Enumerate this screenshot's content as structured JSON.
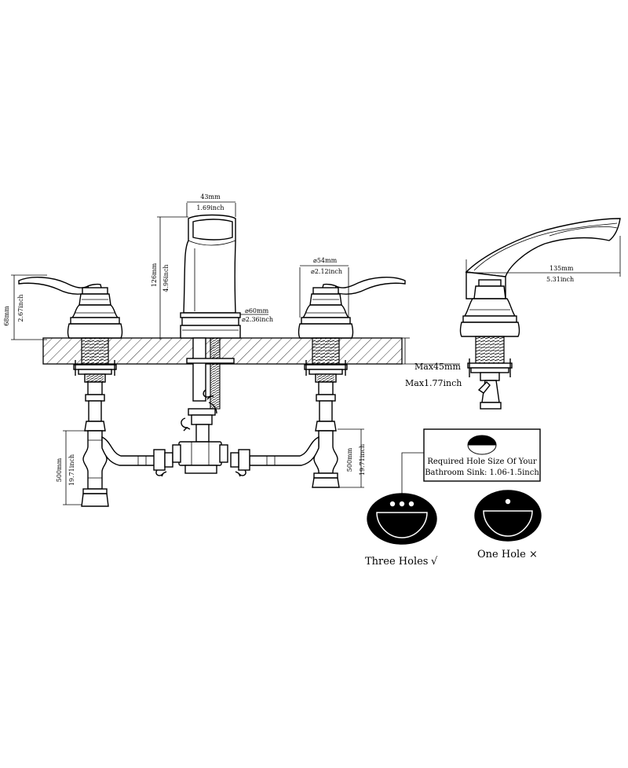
{
  "dimensions": {
    "spout_width_mm": "43mm",
    "spout_width_in": "1.69inch",
    "spout_height_mm": "126mm",
    "spout_height_in": "4.96inch",
    "spout_base_mm": "⌀60mm",
    "spout_base_in": "⌀2.36inch",
    "handle_base_mm": "⌀54mm",
    "handle_base_in": "⌀2.12inch",
    "handle_height_mm": "68mm",
    "handle_height_in": "2.67inch",
    "deck_max_mm": "Max45mm",
    "deck_max_in": "Max1.77inch",
    "hose_left_mm": "500mm",
    "hose_left_in": "19.71inch",
    "hose_right_mm": "500mm",
    "hose_right_in": "19.71inch",
    "reach_mm": "135mm",
    "reach_in": "5.31inch"
  },
  "hole_note": {
    "line1": "Required Hole Size Of Your",
    "line2": "Bathroom Sink: 1.06-1.5inch"
  },
  "sinks": {
    "three_holes_label": "Three Holes",
    "three_holes_mark": "√",
    "one_hole_label": "One Hole",
    "one_hole_mark": "×"
  },
  "icons": [
    "check-mark-icon",
    "cross-mark-icon"
  ]
}
